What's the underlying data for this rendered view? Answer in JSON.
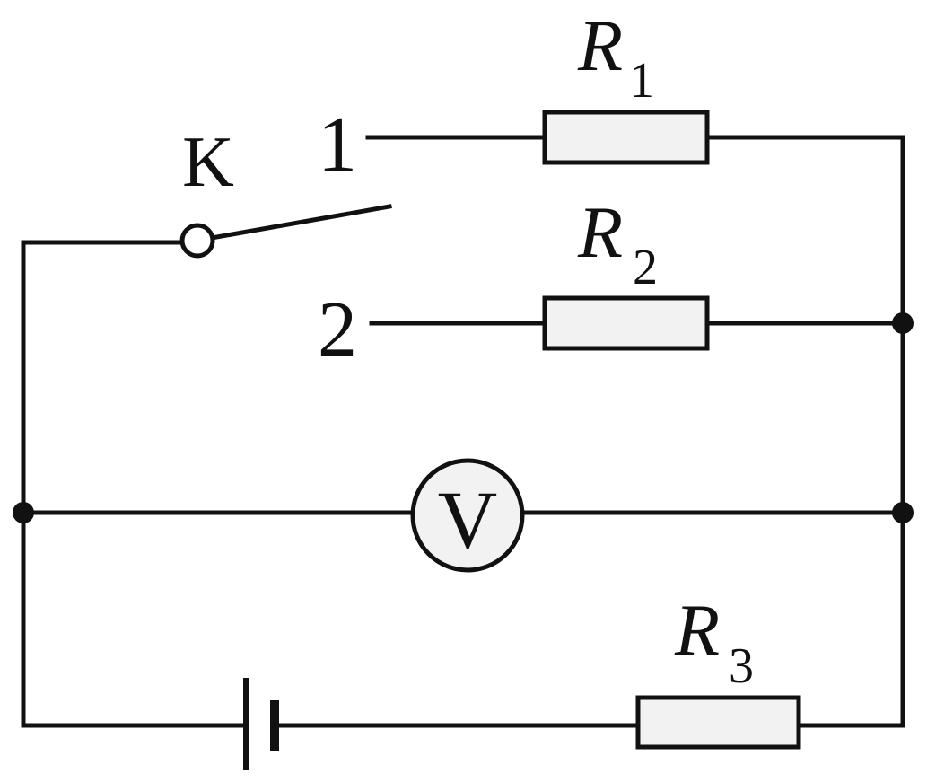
{
  "switch": {
    "name": "K",
    "terminal_1": "1",
    "terminal_2": "2"
  },
  "resistors": {
    "r1": {
      "letter": "R",
      "subscript": "1"
    },
    "r2": {
      "letter": "R",
      "subscript": "2"
    },
    "r3": {
      "letter": "R",
      "subscript": "3"
    }
  },
  "voltmeter": {
    "symbol": "V"
  },
  "colors": {
    "line": "#111111",
    "component_fill": "#f2f2f2",
    "background": "#ffffff"
  }
}
